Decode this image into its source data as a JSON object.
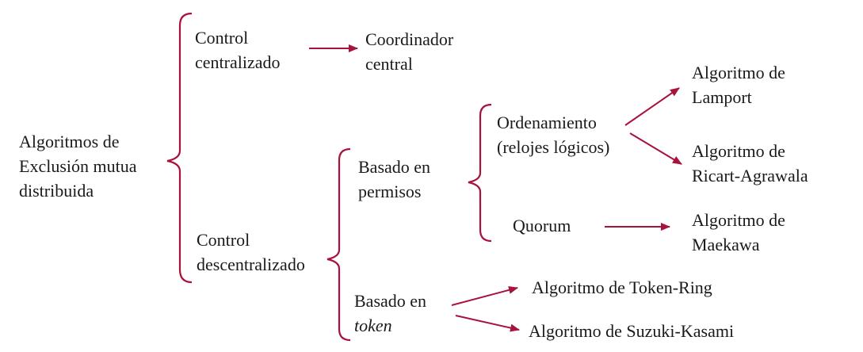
{
  "colors": {
    "accent": "#a8123c",
    "text": "#1a1a1a"
  },
  "nodes": {
    "root": {
      "line1": "Algoritmos de",
      "line2": "Exclusión mutua",
      "line3": "distribuida"
    },
    "central": {
      "line1": "Control",
      "line2": "centralizado"
    },
    "coord": {
      "line1": "Coordinador",
      "line2": "central"
    },
    "descent": {
      "line1": "Control",
      "line2": "descentralizado"
    },
    "permisos": {
      "line1": "Basado en",
      "line2": "permisos"
    },
    "token": {
      "line1": "Basado en",
      "line2": "token"
    },
    "orden": {
      "line1": "Ordenamiento",
      "line2": "(relojes lógicos)"
    },
    "quorum": {
      "line1": "Quorum"
    },
    "lamport": {
      "line1": "Algoritmo de",
      "line2": "Lamport"
    },
    "ricart": {
      "line1": "Algoritmo de",
      "line2": "Ricart-Agrawala"
    },
    "maekawa": {
      "line1": "Algoritmo de",
      "line2": "Maekawa"
    },
    "tokenring": {
      "line1": "Algoritmo de Token-Ring"
    },
    "suzuki": {
      "line1": "Algoritmo de Suzuki-Kasami"
    }
  }
}
